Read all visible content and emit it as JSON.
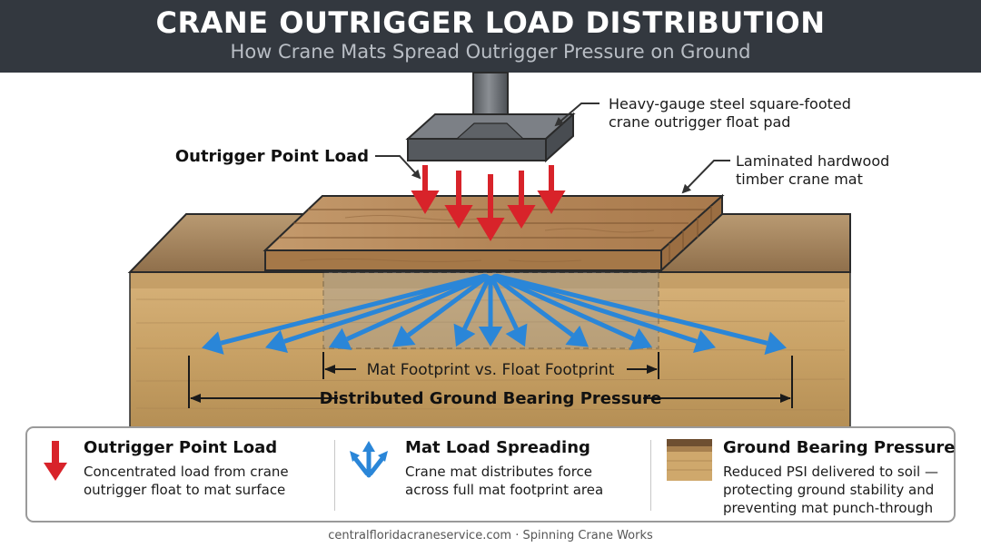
{
  "title": "CRANE OUTRIGGER LOAD DISTRIBUTION",
  "subtitle": "How Crane Mats Spread Outrigger Pressure on Ground",
  "callouts": {
    "float_pad": [
      "Heavy-gauge steel square-footed",
      "crane outrigger float pad"
    ],
    "point_load": "Outrigger Point Load",
    "timber_mat": [
      "Laminated hardwood",
      "timber crane mat"
    ]
  },
  "dimensions": {
    "mat_vs_float": "Mat Footprint vs. Float Footprint",
    "distributed": "Distributed Ground Bearing Pressure"
  },
  "legend": [
    {
      "icon": "down-arrow-icon",
      "title": "Outrigger Point Load",
      "lines": [
        "Concentrated load from crane",
        "outrigger float to mat surface"
      ]
    },
    {
      "icon": "spreading-arrows-icon",
      "title": "Mat Load Spreading",
      "lines": [
        "Crane mat distributes force",
        "across full mat footprint area"
      ]
    },
    {
      "icon": "soil-layers-icon",
      "title": "Ground Bearing Pressure",
      "lines": [
        "Reduced PSI delivered to soil —",
        "protecting ground stability and",
        "preventing mat punch-through"
      ]
    }
  ],
  "footer": "centralfloridacraneservice.com · Spinning Crane Works",
  "colors": {
    "header_bg": "#33383f",
    "load_arrow": "#d8232a",
    "spread_arrow": "#2a86d8",
    "soil": "#c9a468",
    "timber": "#b5875a",
    "steel": "#6b6f74"
  }
}
